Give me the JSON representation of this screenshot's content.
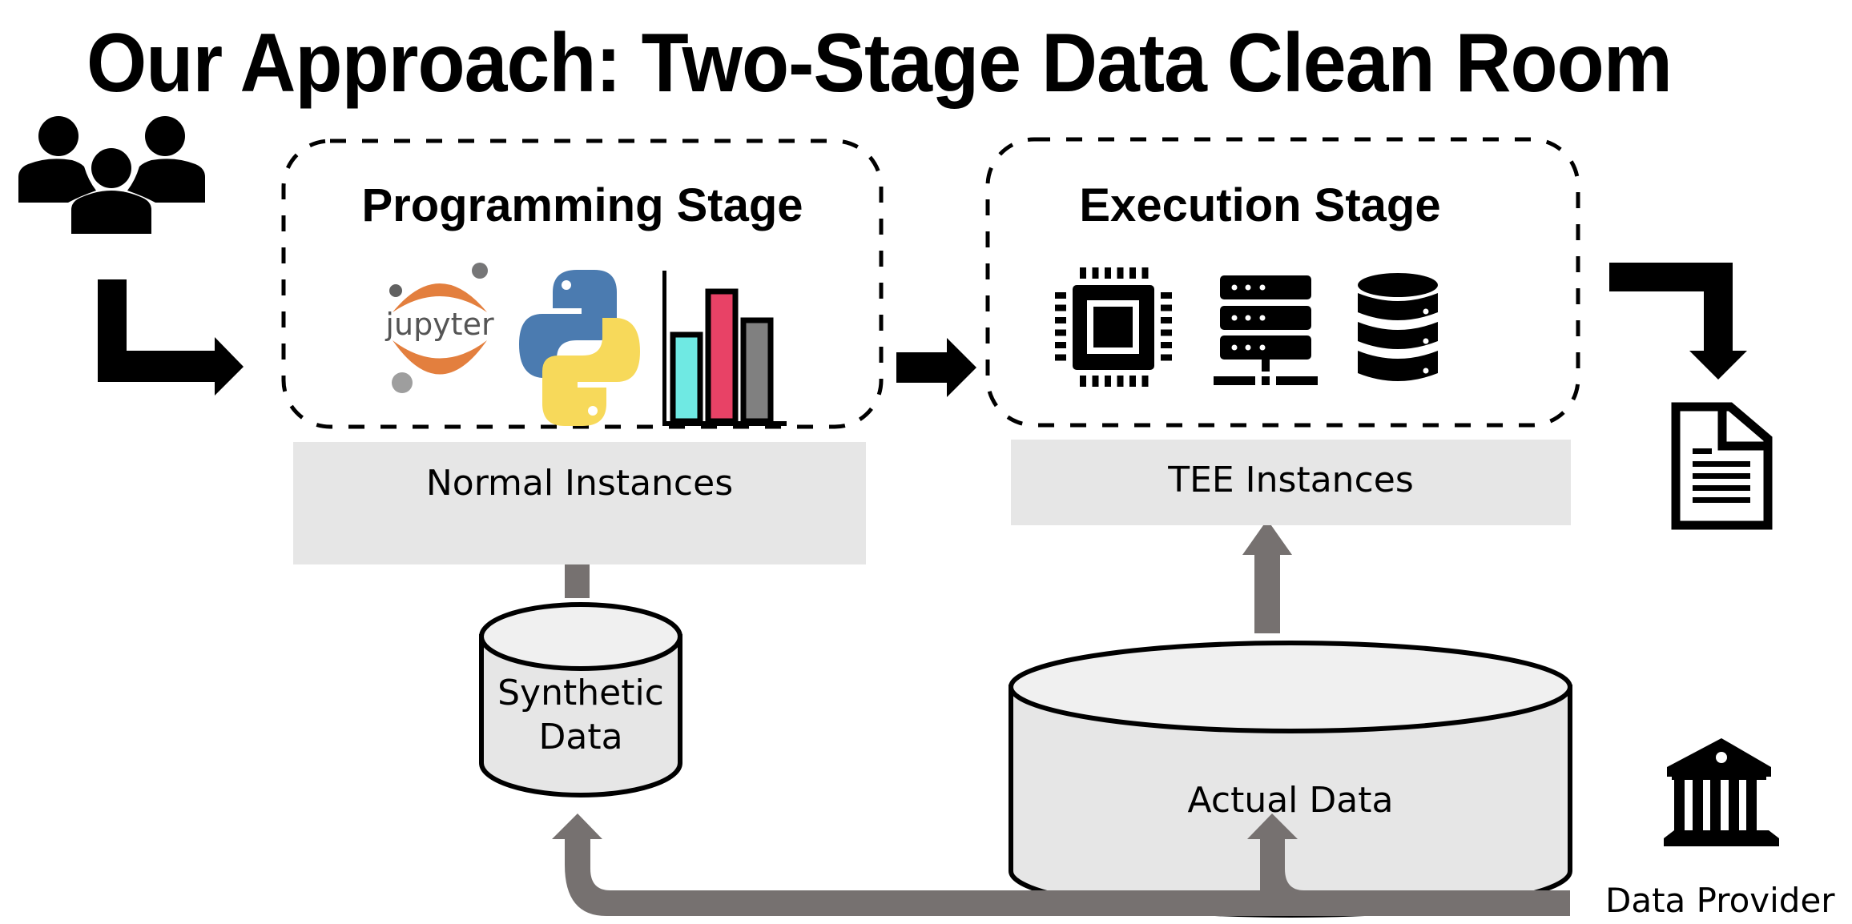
{
  "title": "Our Approach: Two-Stage Data Clean Room",
  "actors": {
    "users": {
      "icon": "users-group-icon"
    },
    "data_provider": {
      "label": "Data Provider",
      "icon": "bank-building-icon"
    }
  },
  "stages": [
    {
      "title": "Programming Stage",
      "icons": [
        "jupyter-logo-icon",
        "python-logo-icon",
        "bar-chart-icon"
      ],
      "instances_label": "Normal Instances",
      "data_store": {
        "label_line1": "Synthetic",
        "label_line2": "Data"
      }
    },
    {
      "title": "Execution Stage",
      "icons": [
        "cpu-chip-icon",
        "server-rack-icon",
        "database-icon"
      ],
      "instances_label": "TEE Instances",
      "data_store": {
        "label": "Actual Data"
      }
    }
  ],
  "output": {
    "icon": "document-icon"
  },
  "colors": {
    "flow_arrow": "#767170",
    "band_fill": "#e6e6e6",
    "cylinder_side": "#e6e6e6",
    "cylinder_top": "#f0f0f0",
    "jupyter_orange": "#e37f3e",
    "jupyter_gray": "#7a7a7a",
    "python_blue": "#4b7bb0",
    "python_yellow": "#f7d95a",
    "bar_cyan": "#6fe9e3",
    "bar_red": "#e84266",
    "bar_gray": "#808080"
  },
  "chart_icon_bars": [
    0.6,
    0.9,
    0.7
  ]
}
